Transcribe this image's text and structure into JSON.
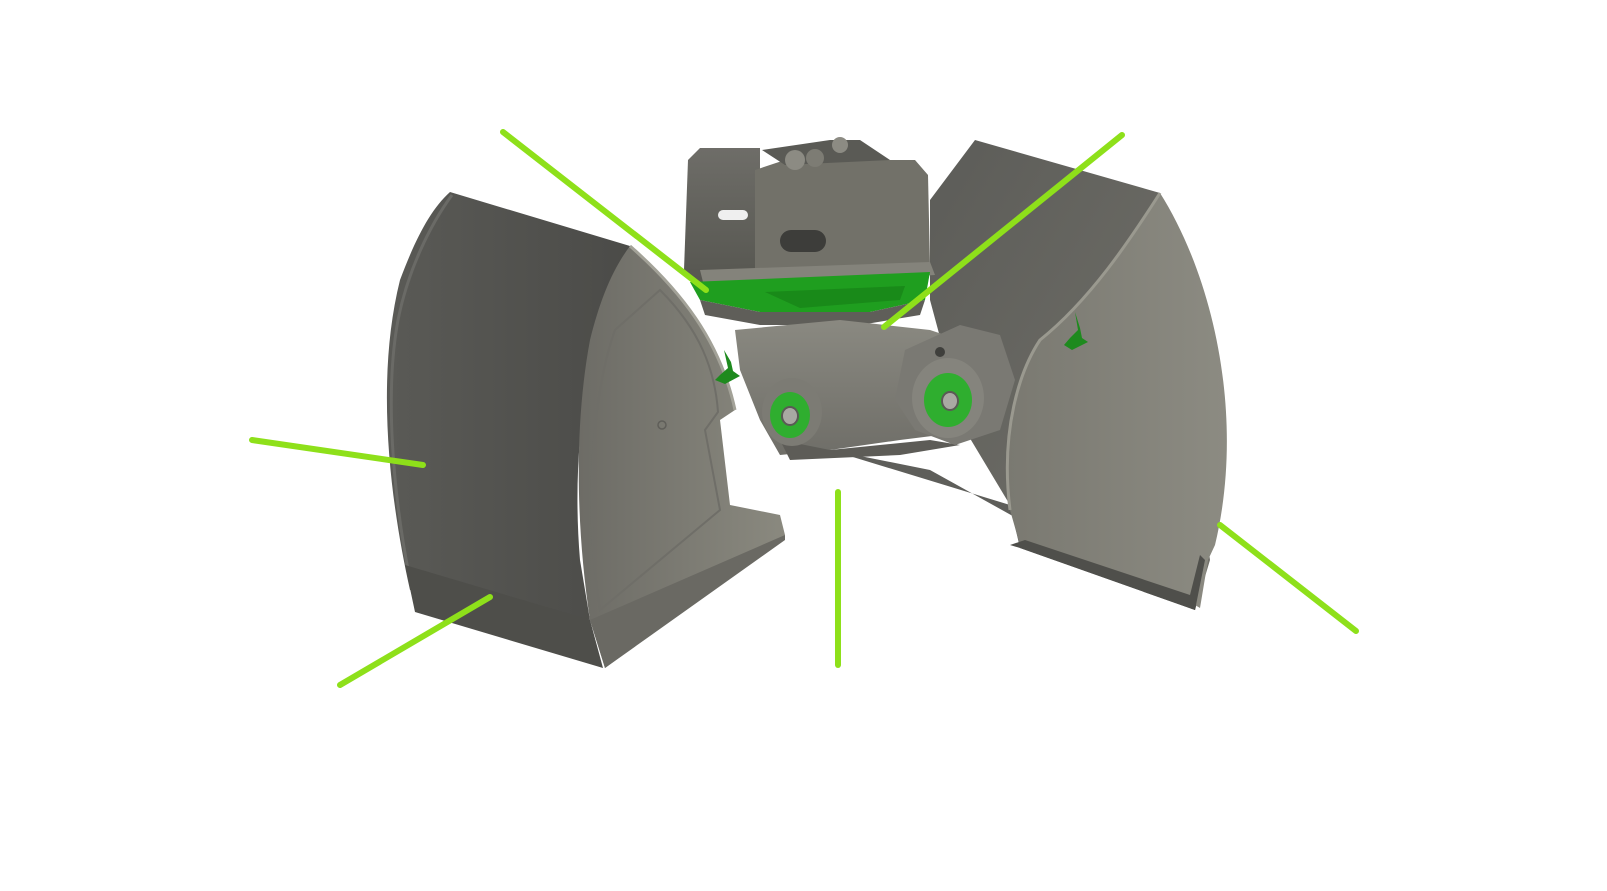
{
  "figure": {
    "subject": "clamshell-grab-bucket",
    "colors": {
      "background": "#ffffff",
      "steel_light": "#7c7b73",
      "steel_mid": "#6b6b65",
      "steel_dark": "#4a4a47",
      "steel_shadow": "#3d3d3a",
      "rotator_green": "#1f9e1f",
      "logo_green": "#1e8a1e",
      "pin_green": "#2fae2f",
      "leader_line": "#8ee01a"
    },
    "leader_lines": [
      {
        "id": "leader-rotator"
      },
      {
        "id": "leader-link-arm"
      },
      {
        "id": "leader-left-shell"
      },
      {
        "id": "leader-left-cutting-edge"
      },
      {
        "id": "leader-center-pivot"
      },
      {
        "id": "leader-right-cutting-edge"
      }
    ],
    "labels": []
  }
}
